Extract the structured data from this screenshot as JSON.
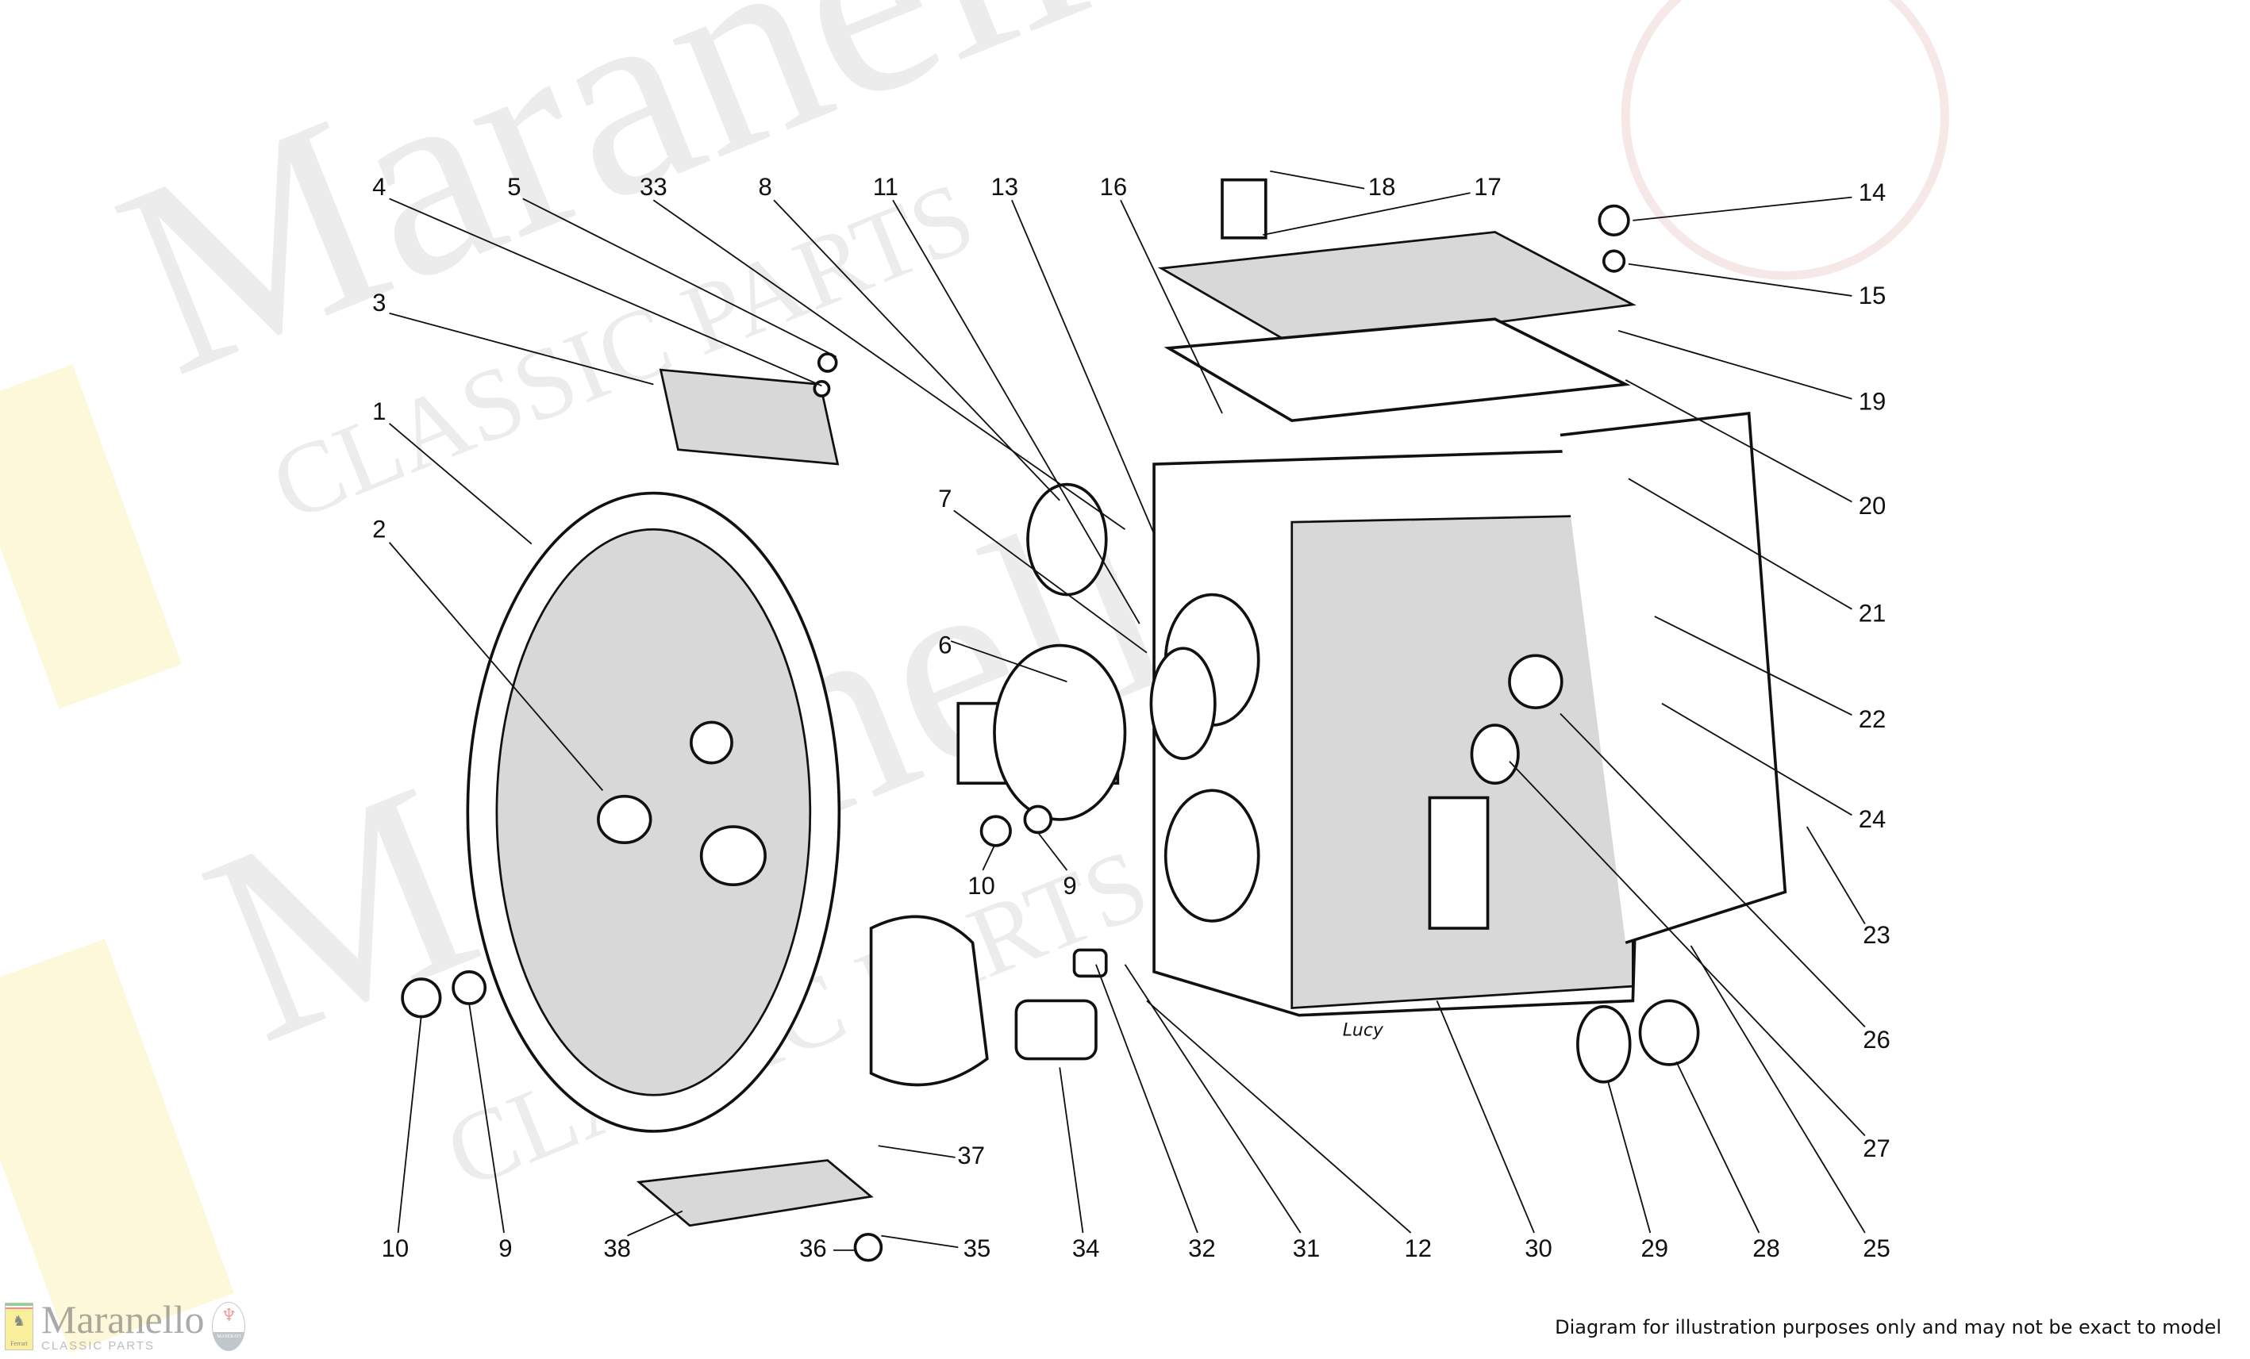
{
  "watermark": {
    "brand": "Maranello",
    "sub": "CLASSIC PARTS"
  },
  "brand": {
    "name": "Maranello",
    "sub": "CLASSIC PARTS",
    "ferrari_text": "Ferrari",
    "maserati_text": "MASERATI"
  },
  "footer": {
    "note": "Diagram for illustration purposes only and may not be exact to model"
  },
  "signature": "Lucy",
  "callouts": [
    "1",
    "2",
    "3",
    "4",
    "5",
    "6",
    "7",
    "8",
    "9",
    "10",
    "11",
    "12",
    "13",
    "14",
    "15",
    "16",
    "17",
    "18",
    "19",
    "20",
    "21",
    "22",
    "23",
    "24",
    "25",
    "26",
    "27",
    "28",
    "29",
    "30",
    "31",
    "32",
    "33",
    "34",
    "35",
    "36",
    "37",
    "38",
    "10",
    "9"
  ]
}
